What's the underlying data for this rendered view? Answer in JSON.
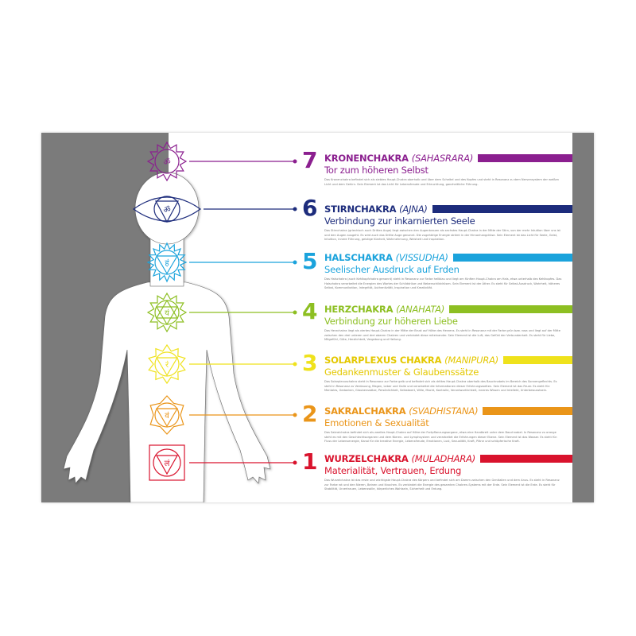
{
  "colors": {
    "crown": "#8b1f8f",
    "third_eye": "#1d2c7c",
    "throat": "#1ba3dc",
    "heart": "#8dbf22",
    "solar": "#efe21c",
    "sacral": "#ea9519",
    "root": "#d9132d",
    "panel_gray": "#7b7b7b"
  },
  "chakras": [
    {
      "number": "7",
      "name": "KRONENCHAKRA",
      "sanskrit": "(SAHASRARA)",
      "subtitle": "Tor zum höheren Selbst",
      "icon": "om-lotus-icon",
      "text": "Das Kronenchakra befindet sich als siebtes Haupt-Chakra oberhalb und über dem Scheitel und des Kopfes und steht in Resonanz zu dem Nervensystem der weißen Licht und dem Gehirn. Sein Element ist das Licht für Lebensfreude und Erleuchtung, ganzheitliche Führung."
    },
    {
      "number": "6",
      "name": "STIRNCHAKRA",
      "sanskrit": "(AJNA)",
      "subtitle": "Verbindung zur inkarnierten Seele",
      "icon": "third-eye-icon",
      "text": "Das Stirnchakra (griechisch auch Drittes Auge) liegt zwischen den Augenbrauen als sechstes Haupt-Chakra in der Mitte der Stirn, von der mehr Intuition über uns ist und den Augen ausgeht. Es wird auch das Dritte Auge genannt. Die zugehörige Energie strömt in der Hirnanhangdrüse. Sein Element ist das Licht für Seele, Geist, Intuition, innere Führung, geistige Klarheit, Wahrnehmung, Weisheit und Inspiration."
    },
    {
      "number": "5",
      "name": "HALSCHAKRA",
      "sanskrit": "(VISSUDHA)",
      "subtitle": "Seelischer Ausdruck auf Erden",
      "icon": "throat-lotus-icon",
      "text": "Das Halschakra (auch Kehlkopfchakra genannt) steht in Resonanz zur Farbe hellblau und liegt am fünften Haupt-Chakra am Hals, etwa unterhalb des Kehlkopfes. Das Halschakra verarbeitet die Energien des Wortes der Schilddrüse und Nebenschilddrüsen. Sein Element ist der Äther. Es steht für Selbst-Ausdruck, Wahrheit, höheres Selbst, Kommunikation, Integrität, Authentizität, Inspiration und Kreativität."
    },
    {
      "number": "4",
      "name": "HERZCHAKRA",
      "sanskrit": "(ANAHATA)",
      "subtitle": "Verbindung zur höheren Liebe",
      "icon": "heart-hexagram-icon",
      "text": "Das Herzchakra liegt als viertes Haupt-Chakra in der Mitte der Brust auf Höhe des Herzens. Es steht in Resonanz mit der Farbe grün bzw. rosa und liegt auf der Mitte zwischen den drei unteren und drei oberen Chakren und verbindet diese miteinander. Sein Element ist die Luft, das Gefühl der Verbundenheit. Es steht für Liebe, Mitgefühl, Güte, Herzlichkeit, Vergebung und Heilung."
    },
    {
      "number": "3",
      "name": "SOLARPLEXUS CHAKRA",
      "sanskrit": "(MANIPURA)",
      "subtitle": "Gedankenmuster & Glaubenssätze",
      "icon": "solar-plexus-icon",
      "text": "Das Solarplexuschakra steht in Resonanz zur Farbe gelb und befindet sich als drittes Haupt-Chakra oberhalb des Bauchnabels im Bereich des Sonnengeflechts. Es steht in Resonanz zu Verdauung, Magen, Leber und Galle und verarbeitet die Informationen dieser Erfahrungswelten. Sein Element ist das Feuer. Es steht für: Mentales, Gedanken, Glaubenssätze, Persönlichkeit, Selbstwert, Wille, Macht, Kontrolle, Verantwortlichkeit, inneres Wissen und Intellekt, Unterbewusstsein."
    },
    {
      "number": "2",
      "name": "SAKRALCHAKRA",
      "sanskrit": "(SVADHISTANA)",
      "subtitle": "Emotionen & Sexualität",
      "icon": "sacral-lotus-icon",
      "text": "Das Sakralchakra befindet sich als zweites Haupt-Chakra auf Höhe der Fortpflanzungsorgane, etwa eine Handbreit unter dem Bauchnabel. In Resonanz zu orange steht es mit den Geschlechtsorganen und dem Nieren- und Lymphsystem und verarbeitet die Erfahrungen dieser Ebene. Sein Element ist das Wasser. Es steht für: Fluss der Lebensenergie, Kanal für die kreative Energie, Lebensfreude, Emotionen, Lust, Sexualität, Kraft, Pläne und schöpferische Kraft."
    },
    {
      "number": "1",
      "name": "WURZELCHAKRA",
      "sanskrit": "(MULADHARA)",
      "subtitle": "Materialität, Vertrauen, Erdung",
      "icon": "root-square-icon",
      "text": "Das Wurzelchakra ist das erste und wichtigste Haupt-Chakra des Körpers und befindet sich am Damm zwischen den Genitalien und dem Anus. Es steht in Resonanz zur Farbe rot und den Nieren, Beinen und Knochen. Es verbindet die Energie des gesamten Chakren-Systems mit der Erde. Sein Element ist die Erde. Es steht für Stabilität, Urvertrauen, Lebenswille, körperliches Wohlsein, Sicherheit und Erdung."
    }
  ]
}
